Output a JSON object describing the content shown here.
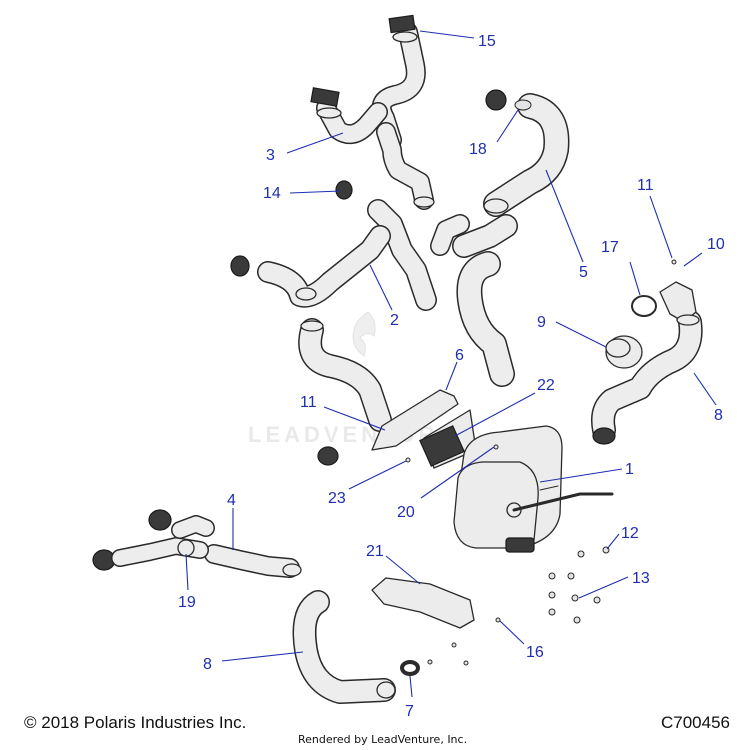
{
  "callouts": [
    "15",
    "3",
    "18",
    "14",
    "11",
    "17",
    "10",
    "5",
    "2",
    "9",
    "6",
    "22",
    "8",
    "11",
    "1",
    "23",
    "20",
    "4",
    "12",
    "21",
    "13",
    "19",
    "16",
    "8",
    "7"
  ],
  "watermark": "LEADVENTURE",
  "footer": {
    "copyright": "© 2018 Polaris Industries Inc.",
    "rendered_by": "Rendered by LeadVenture, Inc.",
    "diagram_code": "C700456"
  },
  "colors": {
    "callout": "#1f2fb0",
    "part_fill": "#ececec",
    "outline": "#2a2a2a"
  }
}
